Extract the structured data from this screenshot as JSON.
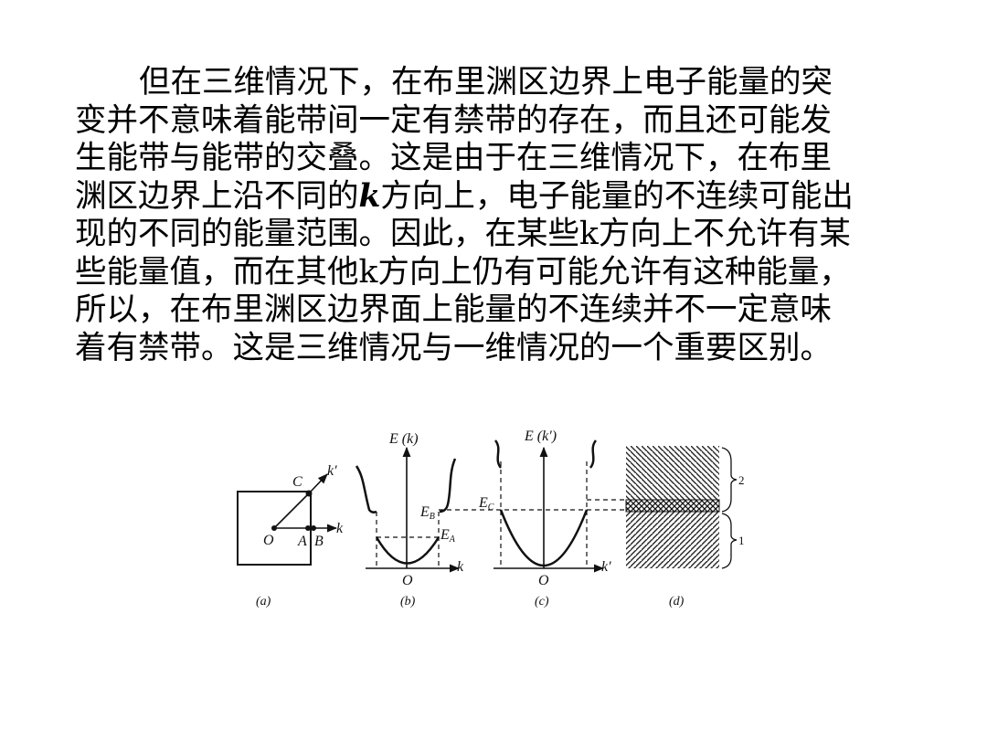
{
  "paragraph": {
    "lines": [
      "但在三维情况下，在布里渊区边界上电子能量的突",
      "变并不意味着能带间一定有禁带的存在，而且还可能发",
      "生能带与能带的交叠。这是由于在三维情况下，在布里"
    ],
    "line4_pre": "渊区边界上沿不同的",
    "line4_k": "k",
    "line4_post": "方向上，电子能量的不连续可能出",
    "lines_tail": [
      "现的不同的能量范围。因此，在某些k方向上不允许有某",
      "些能量值，而在其他k方向上仍有可能允许有这种能量，",
      "所以，在布里渊区边界面上能量的不连续并不一定意味",
      "着有禁带。这是三维情况与一维情况的一个重要区别。"
    ]
  },
  "figure": {
    "panel_a": {
      "C": "C",
      "k_prime": "k′",
      "O": "O",
      "A": "A",
      "B": "B",
      "k": "k",
      "caption": "(a)"
    },
    "panel_b": {
      "axis": "E (k)",
      "EB": "E",
      "EB_sub": "B",
      "EA": "E",
      "EA_sub": "A",
      "O": "O",
      "k": "k",
      "caption": "(b)"
    },
    "panel_c": {
      "axis": "E (k′)",
      "EC": "E",
      "EC_sub": "C",
      "O": "O",
      "k_prime": "k′",
      "caption": "(c)"
    },
    "panel_d": {
      "band2": "2",
      "band1": "1",
      "caption": "(d)"
    }
  }
}
